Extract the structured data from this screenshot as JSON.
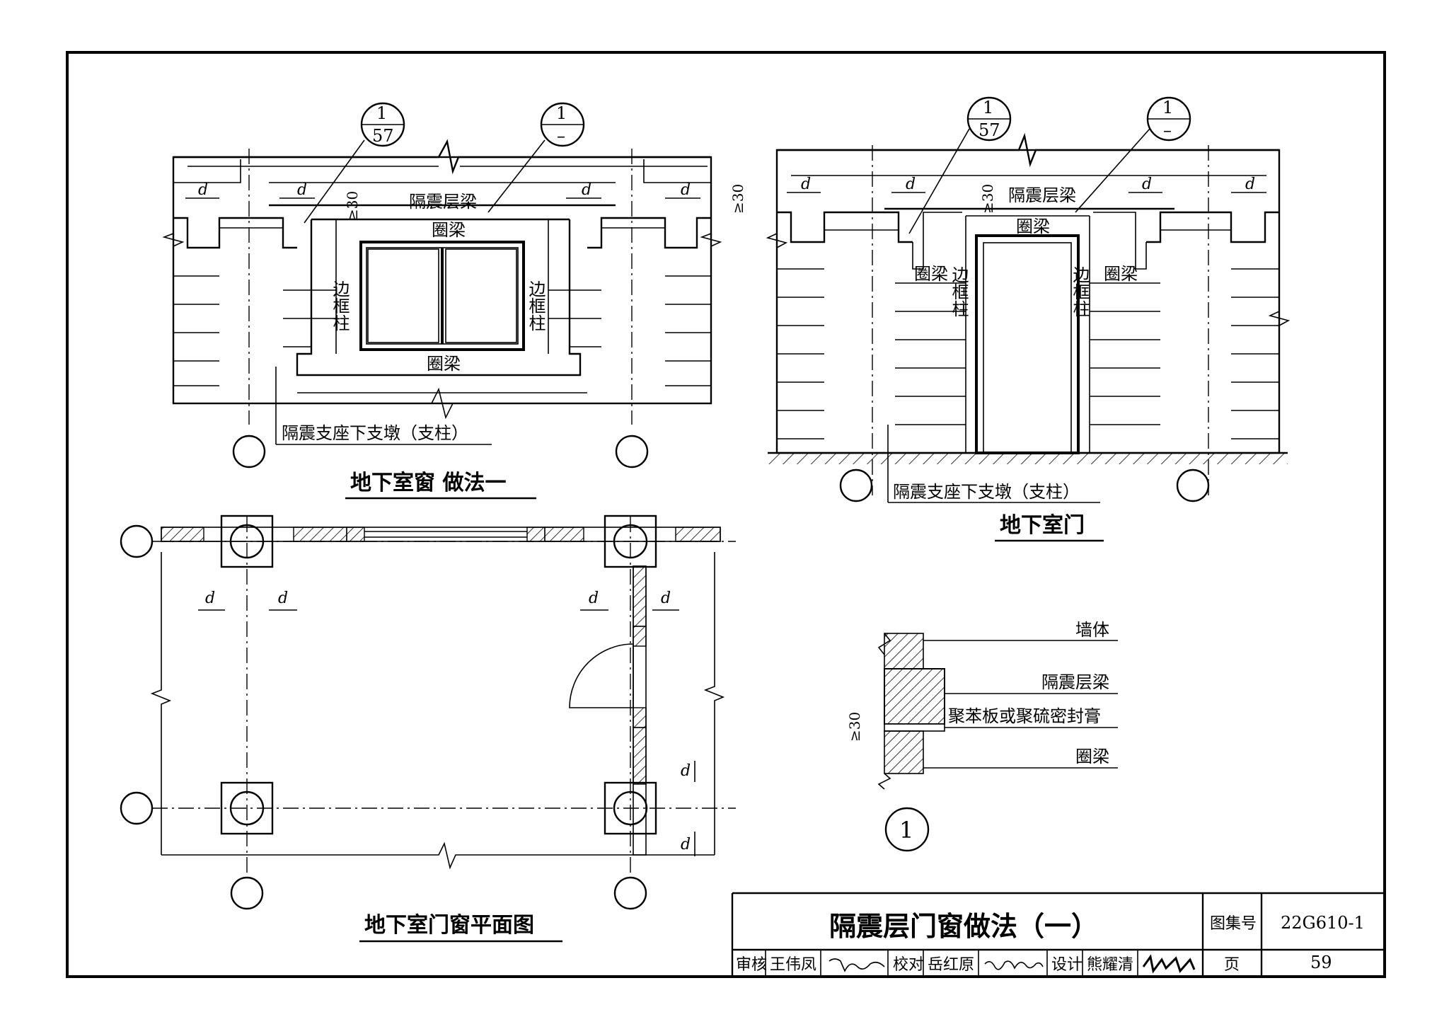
{
  "labels": {
    "isolation_beam": "隔震层梁",
    "ring_beam": "圈梁",
    "frame_col": "边框柱",
    "pier": "隔震支座下支墩（支柱）",
    "dim_d": "d",
    "gap": "≥30",
    "ref_num": "1",
    "ref_sheet": "57",
    "ref_dash": "–"
  },
  "titles": {
    "window": "地下室窗  做法一",
    "door": "地下室门",
    "plan": "地下室门窗平面图"
  },
  "detail": {
    "wall": "墙体",
    "beam": "隔震层梁",
    "seal": "聚苯板或聚硫密封膏",
    "ring": "圈梁",
    "number": "1"
  },
  "titleblock": {
    "main_title": "隔震层门窗做法（一）",
    "atlas_label": "图集号",
    "atlas_no": "22G610-1",
    "review_label": "审核",
    "reviewer": "王伟凤",
    "check_label": "校对",
    "checker": "岳红原",
    "design_label": "设计",
    "designer": "熊耀清",
    "page_label": "页",
    "page_no": "59"
  }
}
